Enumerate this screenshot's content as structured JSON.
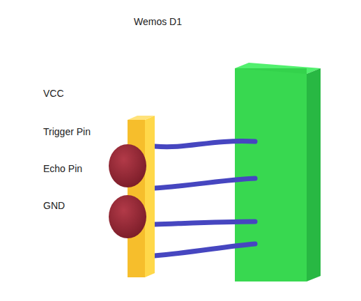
{
  "diagram": {
    "labels": [
      "Wemos D1",
      "VCC",
      "Trigger Pin",
      "Echo Pin",
      "GND"
    ]
  }
}
